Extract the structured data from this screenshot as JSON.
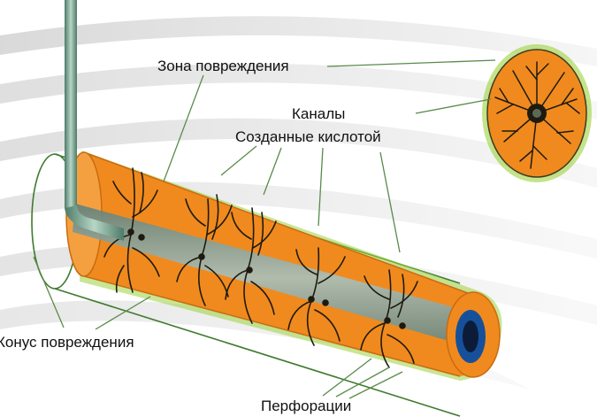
{
  "labels": {
    "damage_zone": "Зона повреждения",
    "channels_line1": "Каналы",
    "channels_line2": "Созданные кислотой",
    "damage_cone": "Конус повреждения",
    "perforations": "Перфорации"
  },
  "colors": {
    "casing_orange": "#f08a1e",
    "channel_dark": "#1e1a10",
    "tube_blue": "#16509a",
    "pipe_grey": "#6f9a86",
    "damage_green": "#9bd23c",
    "leader_line": "#5a8a4a"
  }
}
